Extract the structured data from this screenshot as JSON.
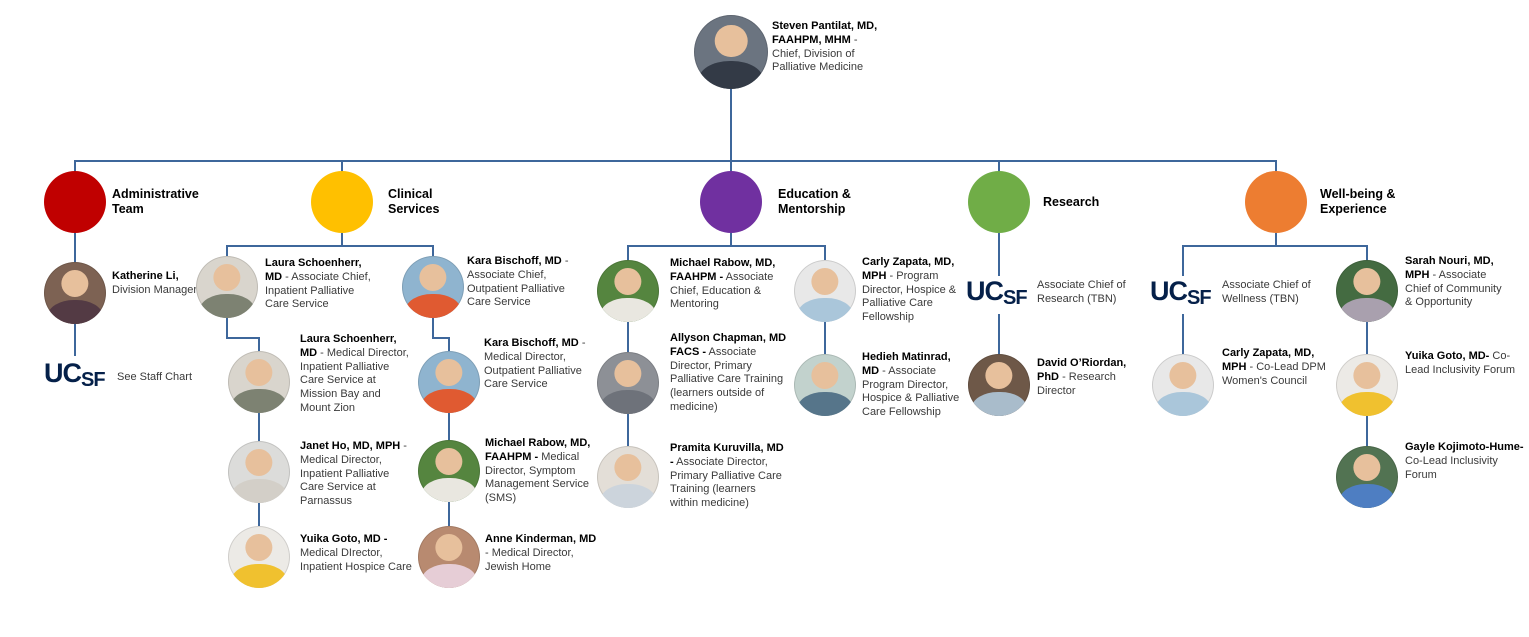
{
  "page": {
    "bg": "#FFFFFF",
    "line_color": "#3E679B"
  },
  "logo": {
    "uc": "UC",
    "sf": "SF",
    "color": "#052049"
  },
  "root": {
    "name": "Steven Pantilat, MD, FAAHPM, MHM",
    "role": "- Chief, Division of Palliative Medicine",
    "photo": {
      "bg": "#6B7480",
      "fg": "#333A46"
    }
  },
  "branches": [
    {
      "label": "Administrative Team",
      "color": "#C00000",
      "members": [
        {
          "name": "Katherine Li,",
          "role": "Division Manager",
          "photo": {
            "bg": "#7D6253",
            "fg": "#533A44"
          }
        },
        {
          "logo": true,
          "role": "See Staff Chart"
        }
      ]
    },
    {
      "label": "Clinical Services",
      "color": "#FFC000",
      "columns": [
        [
          {
            "name": "Laura Schoenherr, MD",
            "role": "- Associate Chief, Inpatient Palliative Care Service",
            "photo": {
              "bg": "#D9D5CD",
              "fg": "#7D8272"
            }
          },
          {
            "name": "Laura Schoenherr, MD",
            "role": "- Medical Director, Inpatient Palliative Care Service at Mission Bay and Mount Zion",
            "photo": {
              "bg": "#D9D5CD",
              "fg": "#7D8272"
            }
          },
          {
            "name": "Janet Ho, MD, MPH",
            "role": "- Medical Director, Inpatient Palliative Care Service at Parnassus",
            "photo": {
              "bg": "#DCDCDA",
              "fg": "#D3CFC8"
            }
          },
          {
            "name": "Yuika Goto, MD -",
            "role": "Medical DIrector, Inpatient Hospice Care",
            "photo": {
              "bg": "#ECEAE6",
              "fg": "#F0C12F"
            }
          }
        ],
        [
          {
            "name": "Kara Bischoff, MD",
            "role": "- Associate Chief, Outpatient Palliative Care Service",
            "photo": {
              "bg": "#8FB4CF",
              "fg": "#E05A31"
            }
          },
          {
            "name": "Kara Bischoff, MD",
            "role": "-  Medical Director, Outpatient Palliative Care Service",
            "photo": {
              "bg": "#8FB4CF",
              "fg": "#E05A31"
            }
          },
          {
            "name": "Michael Rabow, MD, FAAHPM -",
            "role": "Medical Director, Symptom Management Service (SMS)",
            "photo": {
              "bg": "#55853F",
              "fg": "#E9E7E0"
            }
          },
          {
            "name": "Anne Kinderman, MD",
            "role": "- Medical Director, Jewish Home",
            "photo": {
              "bg": "#B88A70",
              "fg": "#E6CDD6"
            }
          }
        ]
      ]
    },
    {
      "label": "Education & Mentorship",
      "color": "#7030A0",
      "columns": [
        [
          {
            "name": "Michael  Rabow, MD, FAAHPM -",
            "role": "Associate Chief, Education & Mentoring",
            "photo": {
              "bg": "#55853F",
              "fg": "#E9E7E0"
            }
          },
          {
            "name": "Allyson Chapman, MD FACS -",
            "role": "Associate Director, Primary Palliative Care Training (learners outside of medicine)",
            "photo": {
              "bg": "#8D9096",
              "fg": "#6E727A"
            }
          },
          {
            "name": "Pramita Kuruvilla, MD -",
            "role": "Associate Director, Primary Palliative Care Training (learners within medicine)",
            "photo": {
              "bg": "#E3DED7",
              "fg": "#CCD4DC"
            }
          }
        ],
        [
          {
            "name": "Carly Zapata, MD, MPH",
            "role": "- Program Director, Hospice & Palliative Care Fellowship",
            "photo": {
              "bg": "#E8E8E8",
              "fg": "#AAC6DA"
            }
          },
          {
            "name": "Hedieh Matinrad, MD",
            "role": "- Associate Program Director, Hospice & Palliative Care Fellowship",
            "photo": {
              "bg": "#C2D2CD",
              "fg": "#56758A"
            }
          }
        ]
      ]
    },
    {
      "label": "Research",
      "color": "#70AD47",
      "members": [
        {
          "logo": true,
          "role": "Associate Chief of Research (TBN)"
        },
        {
          "name": "David O’Riordan, PhD",
          "role": "- Research Director",
          "photo": {
            "bg": "#6E5848",
            "fg": "#A9BCCB"
          }
        }
      ]
    },
    {
      "label": "Well-being & Experience",
      "color": "#ED7D31",
      "columns": [
        [
          {
            "logo": true,
            "role": "Associate Chief of Wellness (TBN)"
          },
          {
            "name": "Carly Zapata, MD, MPH",
            "role": "- Co-Lead DPM Women's Council",
            "photo": {
              "bg": "#E8E8E8",
              "fg": "#AAC6DA"
            }
          }
        ],
        [
          {
            "name": "Sarah Nouri, MD, MPH",
            "role": "- Associate Chief of Community & Opportunity",
            "photo": {
              "bg": "#446B41",
              "fg": "#A9A0AE"
            }
          },
          {
            "name": "Yuika Goto, MD-",
            "role": "Co-Lead Inclusivity Forum",
            "photo": {
              "bg": "#ECEAE6",
              "fg": "#F0C12F"
            }
          },
          {
            "name": "Gayle Kojimoto-Hume-",
            "role": "Co-Lead Inclusivity Forum",
            "photo": {
              "bg": "#527352",
              "fg": "#4E7EC2"
            }
          }
        ]
      ]
    }
  ]
}
